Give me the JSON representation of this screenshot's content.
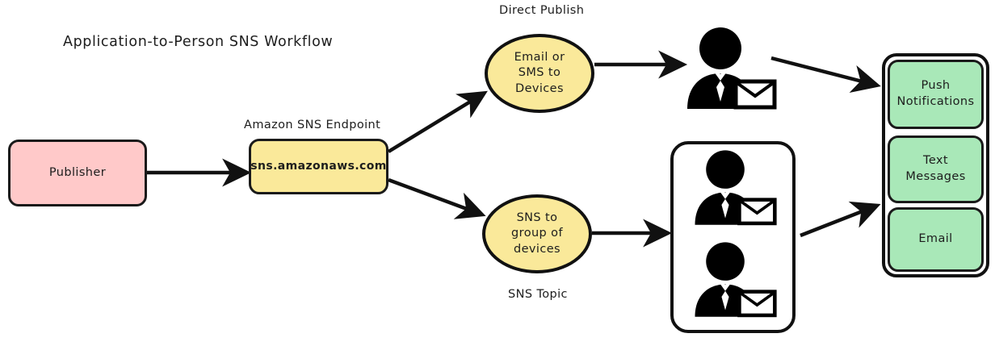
{
  "diagram": {
    "title": "Application-to-Person SNS Workflow",
    "background": "#ffffff",
    "stroke": "#111111",
    "colors": {
      "publisher_fill": "#ffc9c9",
      "endpoint_fill": "#fae99a",
      "topic_fill": "#fae99a",
      "channel_fill": "#a9e8b8",
      "icon": "#000000"
    }
  },
  "nodes": {
    "publisher": {
      "label": "Publisher",
      "shape": "rounded-rect",
      "fill": "#ffc9c9"
    },
    "endpoint": {
      "caption": "Amazon SNS Endpoint",
      "label": "sns.amazonaws.com",
      "shape": "rounded-rect",
      "fill": "#fae99a"
    },
    "direct_publish": {
      "caption": "Direct Publish",
      "label": "Email or\nSMS to\nDevices",
      "line1": "Email or",
      "line2": "SMS to",
      "line3": "Devices",
      "shape": "ellipse",
      "fill": "#fae99a"
    },
    "sns_topic": {
      "caption": "SNS Topic",
      "label": "SNS to\ngroup of\ndevices",
      "line1": "SNS to",
      "line2": "group of",
      "line3": "devices",
      "shape": "ellipse",
      "fill": "#fae99a"
    },
    "single_subscriber": {
      "icon": "person-with-envelope-icon"
    },
    "group_subscribers": {
      "icon": "person-with-envelope-icon",
      "count": 2
    }
  },
  "channels": {
    "items": [
      {
        "label": "Push\nNotifications",
        "line1": "Push",
        "line2": "Notifications",
        "fill": "#a9e8b8"
      },
      {
        "label": "Text\nMessages",
        "line1": "Text",
        "line2": "Messages",
        "fill": "#a9e8b8"
      },
      {
        "label": "Email",
        "line1": "Email",
        "line2": "",
        "fill": "#a9e8b8"
      }
    ]
  },
  "edges": [
    {
      "from": "publisher",
      "to": "endpoint",
      "style": "arrow"
    },
    {
      "from": "endpoint",
      "to": "direct_publish",
      "style": "arrow"
    },
    {
      "from": "endpoint",
      "to": "sns_topic",
      "style": "arrow"
    },
    {
      "from": "direct_publish",
      "to": "single_subscriber",
      "style": "arrow"
    },
    {
      "from": "sns_topic",
      "to": "group_subscribers",
      "style": "arrow"
    },
    {
      "from": "single_subscriber",
      "to": "channels",
      "style": "arrow"
    },
    {
      "from": "group_subscribers",
      "to": "channels",
      "style": "arrow"
    }
  ]
}
